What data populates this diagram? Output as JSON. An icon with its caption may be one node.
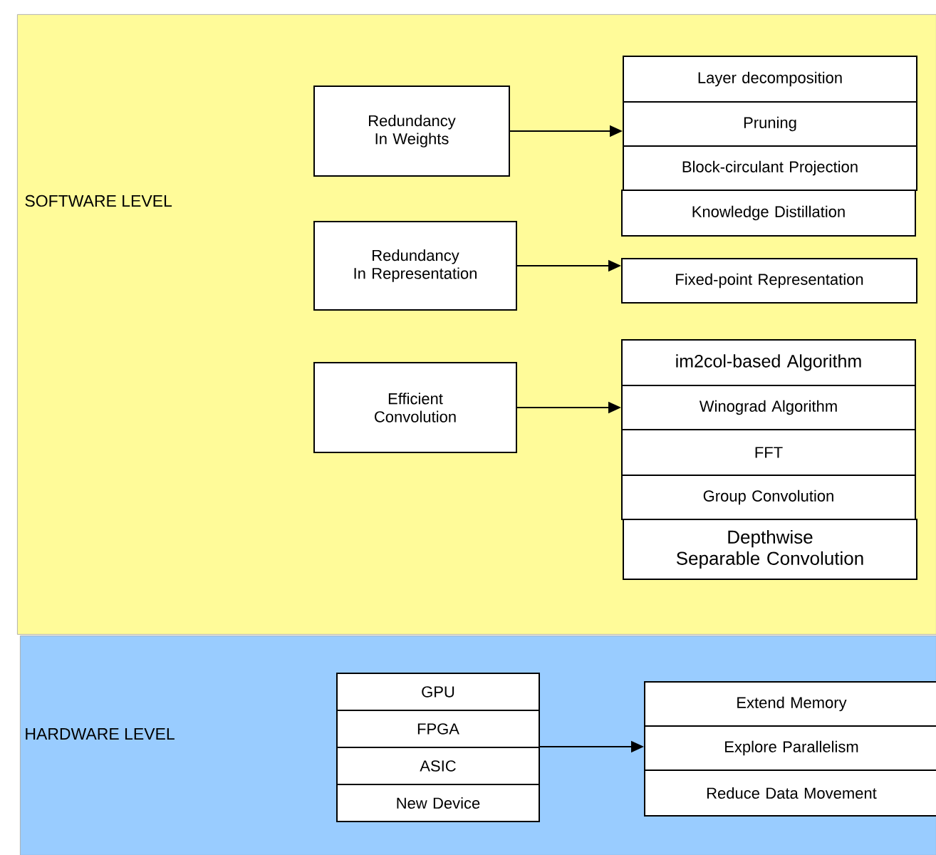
{
  "diagram": {
    "nodes": [
      {
        "text": [
          "SOFTWARE LEVEL"
        ]
      },
      {
        "text": [
          "Redundancy In Weights"
        ],
        "in": 0
      },
      {
        "text": [
          "Layer decomposition"
        ],
        "in": 0
      },
      {
        "text": [
          "Pruning"
        ],
        "in": 0
      },
      {
        "text": [
          "Block-circulant Projection"
        ],
        "in": 0
      },
      {
        "text": [
          "Knowledge Distillation"
        ],
        "in": 0
      },
      {
        "text": [
          "Redundancy In Representation"
        ],
        "in": 0
      },
      {
        "text": [
          "Fixed-point Representation"
        ],
        "in": 0
      },
      {
        "text": [
          "Efficient Convolution"
        ],
        "in": 0
      },
      {
        "text": [
          "im2col-based Algorithm"
        ],
        "in": 0
      },
      {
        "text": [
          "Winograd Algorithm"
        ],
        "in": 0
      },
      {
        "text": [
          "FFT"
        ],
        "in": 0
      },
      {
        "text": [
          "Group Convolution"
        ],
        "in": 0
      },
      {
        "text": [
          "Depthwise Separable Convolution"
        ],
        "in": 0
      },
      {
        "text": [
          "HARDWARE LEVEL"
        ]
      },
      {
        "text": [
          "GPU"
        ],
        "in": 14
      },
      {
        "text": [
          "FPGA"
        ],
        "in": 14
      },
      {
        "text": [
          "ASIC"
        ],
        "in": 14
      },
      {
        "text": [
          "New Device"
        ],
        "in": 14
      },
      {
        "text": [
          "Extend Memory"
        ],
        "in": 14
      },
      {
        "text": [
          "Explore Parallelism"
        ],
        "in": 14
      },
      {
        "text": [
          "Reduce Data Movement"
        ],
        "in": 14
      }
    ],
    "edges": [
      {
        "from": 1,
        "to": 3,
        "arrow": "to"
      },
      {
        "from": 6,
        "to": 7,
        "arrow": "to"
      },
      {
        "from": 8,
        "to": 10,
        "arrow": "to"
      },
      {
        "from": 17,
        "to": 20,
        "arrow": "to"
      }
    ]
  }
}
